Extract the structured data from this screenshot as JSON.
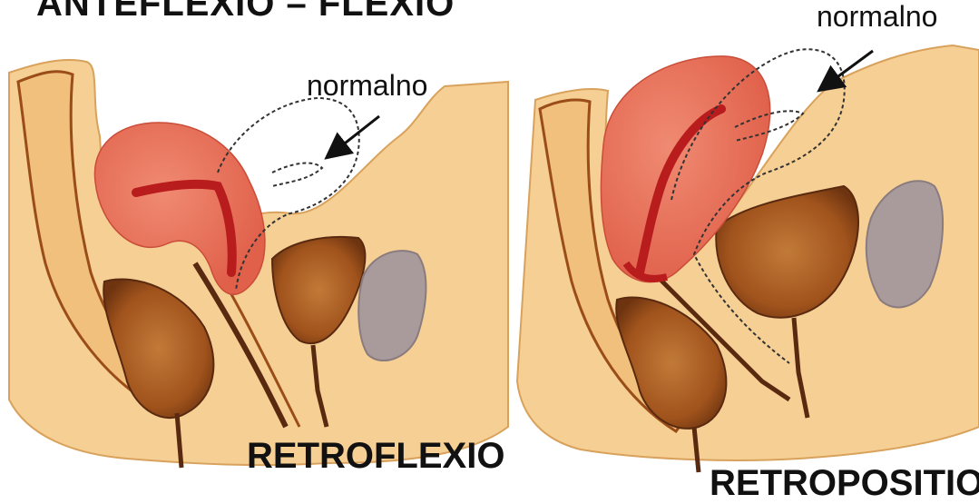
{
  "header": {
    "title_fragment": "ANTEFLEXIO – FLEXIO"
  },
  "left_panel": {
    "arrow_label": "normalno",
    "caption": "RETROFLEXIO"
  },
  "right_panel": {
    "arrow_label": "normalno",
    "caption": "RETROPOSITIO"
  },
  "colors": {
    "tissue": "#f6cf94",
    "tissue_edge": "#d8a25c",
    "uterus": "#e8705a",
    "uterus_dark": "#b81c1c",
    "organ_brown": "#9a4d18",
    "rectum_grey": "#a99a9c",
    "outline_dark": "#5a2a10"
  }
}
